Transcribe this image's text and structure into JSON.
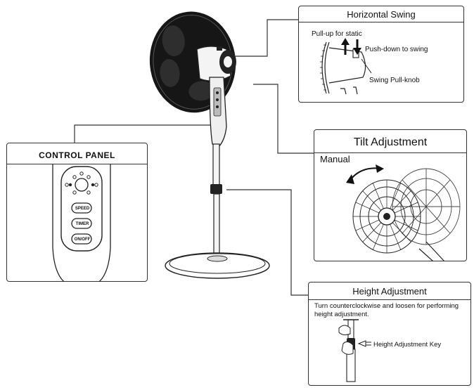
{
  "horizontal_swing": {
    "title": "Horizontal Swing",
    "pull_up": "Pull-up for static",
    "push_down": "Push-down to swing",
    "knob": "Swing Pull-knob"
  },
  "tilt_adjustment": {
    "title": "Tilt Adjustment",
    "manual": "Manual"
  },
  "control_panel": {
    "title": "CONTROL PANEL",
    "buttons": [
      "SPEED",
      "TIMER",
      "ON/OFF"
    ]
  },
  "height_adjustment": {
    "title": "Height Adjustment",
    "instruction": "Turn counterclockwise and loosen for performing height adjustment.",
    "key_label": "Height Adjustment Key"
  }
}
